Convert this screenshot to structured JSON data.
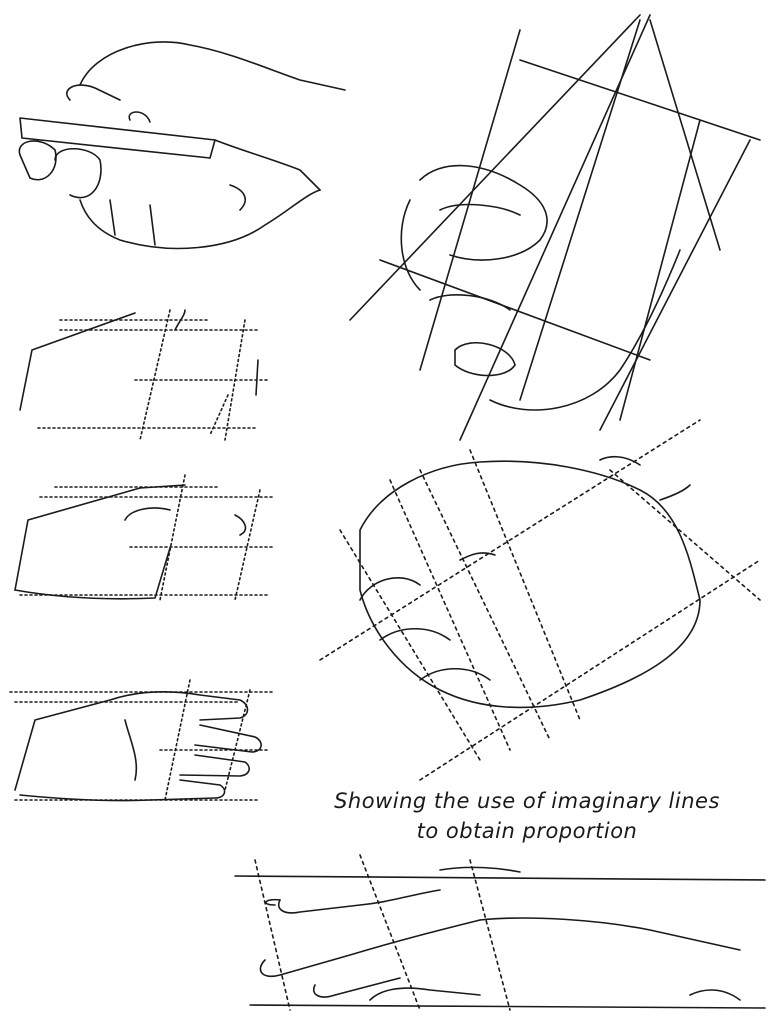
{
  "caption": {
    "line1": "Showing the use of imaginary lines",
    "line2": "to obtain proportion"
  },
  "figures": [
    {
      "id": "hand-holding-stick",
      "description": "Hand gripping a stick, top-left"
    },
    {
      "id": "hand-with-construction-lines-top-right",
      "description": "Clenched hand with diagonal construction lines"
    },
    {
      "id": "grid-construction-1",
      "description": "Dotted grid construction only"
    },
    {
      "id": "grid-construction-2",
      "description": "Dotted grid with partial hand outline"
    },
    {
      "id": "grid-construction-3",
      "description": "Dotted grid with completed flat hand"
    },
    {
      "id": "fist-with-dotted-lines",
      "description": "Fist with dotted diagonal proportion lines"
    },
    {
      "id": "reclining-hand-bottom",
      "description": "Hand resting flat with proportion lines"
    }
  ],
  "colors": {
    "ink": "#1a1a1a",
    "paper": "#ffffff"
  }
}
